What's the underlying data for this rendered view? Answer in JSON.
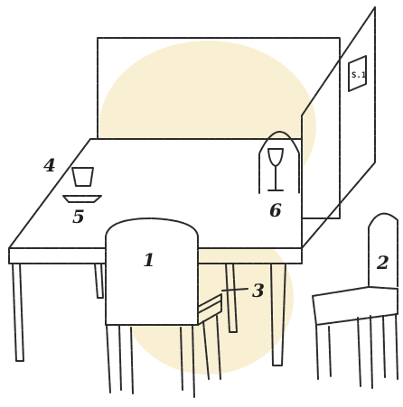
{
  "labels": {
    "l1": "1",
    "l2": "2",
    "l3": "3",
    "l4": "4",
    "l5": "5",
    "l6": "6"
  },
  "sign": {
    "text": "S.1"
  },
  "colors": {
    "ink": "#2b2b2b",
    "paper": "#ffffff",
    "watermark": "#f4e3ae"
  }
}
